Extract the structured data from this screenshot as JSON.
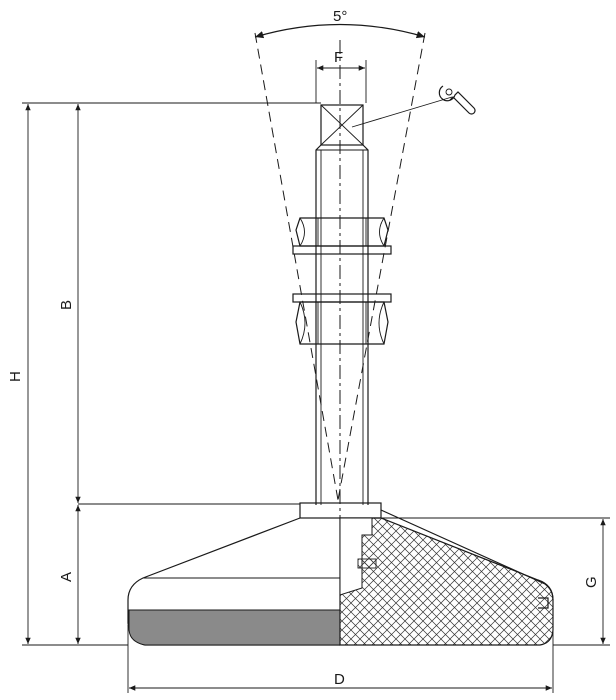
{
  "labels": {
    "angle": "5°",
    "f": "F",
    "b": "B",
    "h": "H",
    "a": "A",
    "g": "G",
    "d": "D"
  },
  "icons": {
    "wrench": "wrench-icon"
  }
}
